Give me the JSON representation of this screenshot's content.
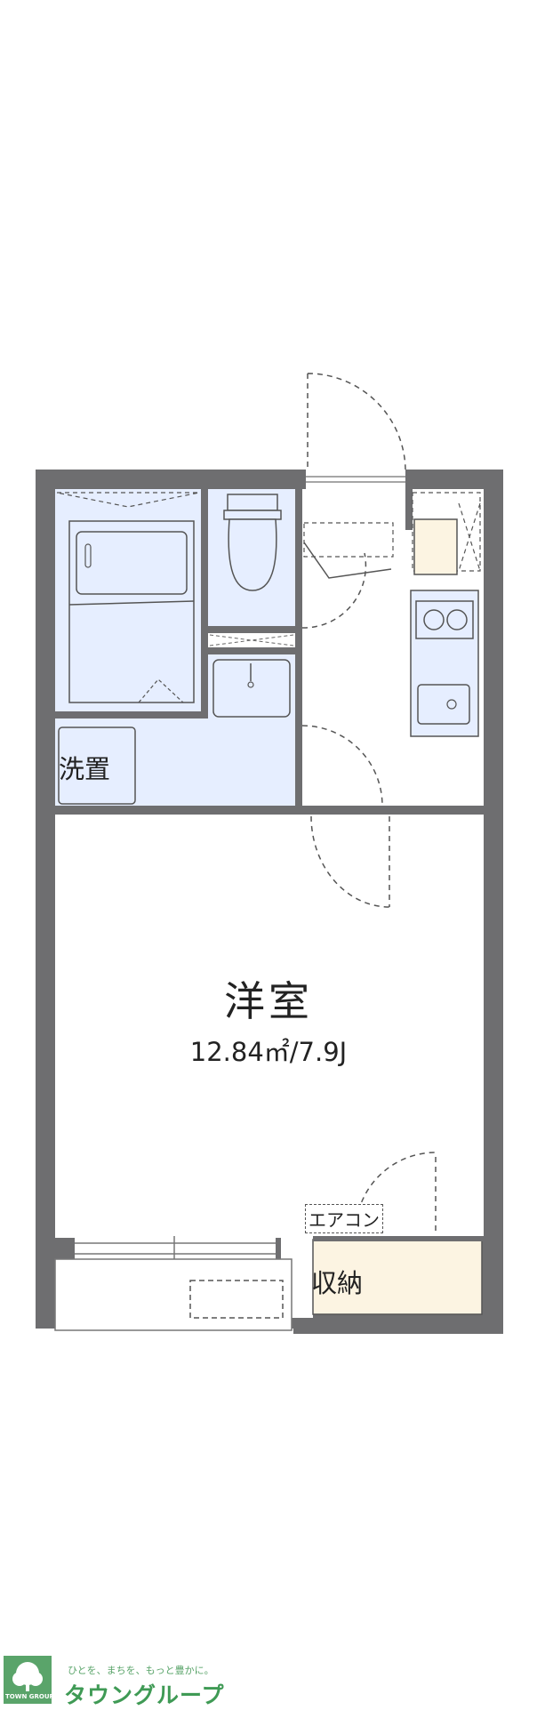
{
  "room": {
    "name": "洋室",
    "area": "12.84㎡/7.9J"
  },
  "labels": {
    "washer": "洗置",
    "aircon": "エアコン",
    "storage": "収納"
  },
  "brand": {
    "tagline": "ひとを、まちを、もっと豊かに。",
    "name": "タウングループ",
    "sub": "TOWN GROUP"
  },
  "colors": {
    "wall": "#6e6e70",
    "wet_area": "#e6eeff",
    "storage": "#fcf4e2",
    "brand": "#3f9a55"
  },
  "icons": [
    "logo-tree-icon"
  ]
}
